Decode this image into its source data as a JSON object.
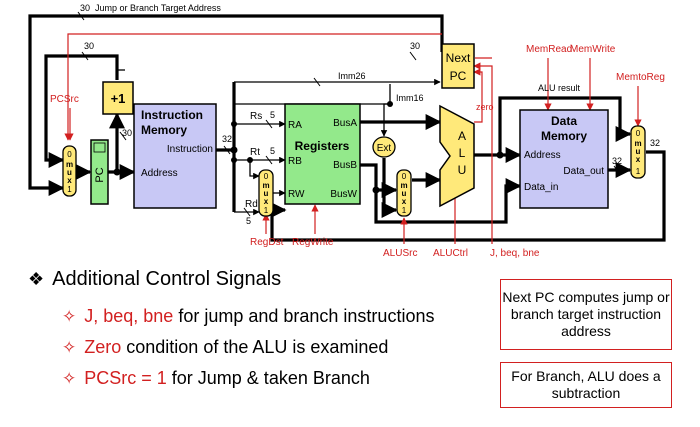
{
  "diagram": {
    "target_address_label": "Jump or Branch Target Address",
    "width_30": "30",
    "width_32": "32",
    "width_5": "5",
    "plus_one": "+1",
    "pc": "PC",
    "mux_letters": [
      "m",
      "u",
      "x"
    ],
    "mux_zero": "0",
    "mux_one": "1",
    "instruction_memory": [
      "Instruction",
      "Memory"
    ],
    "instruction_port": "Instruction",
    "address_port": "Address",
    "registers_title": "Registers",
    "ra": "RA",
    "rb": "RB",
    "rw": "RW",
    "rs": "Rs",
    "rt": "Rt",
    "rd": "Rd",
    "busa": "BusA",
    "busb": "BusB",
    "busw": "BusW",
    "ext": "Ext",
    "imm26": "Imm26",
    "imm16": "Imm16",
    "next_pc": [
      "Next",
      "PC"
    ],
    "zero": "zero",
    "alu_letters": [
      "A",
      "L",
      "U"
    ],
    "alu_result": "ALU result",
    "data_memory": [
      "Data",
      "Memory"
    ],
    "dm_address": "Address",
    "dm_data_out": "Data_out",
    "dm_data_in": "Data_in",
    "signals": {
      "pcsrc": "PCSrc",
      "regdst": "RegDst",
      "regwrite": "RegWrite",
      "alusrc": "ALUSrc",
      "aluctrl": "ALUCtrl",
      "jbb": "J, beq, bne",
      "memread": "MemRead",
      "memwrite": "MemWrite",
      "memtoreg": "MemtoReg"
    }
  },
  "heading": "Additional Control Signals",
  "bullets": [
    {
      "highlight": "J, beq, bne",
      "text": "for jump and branch instructions"
    },
    {
      "highlight": "Zero",
      "text": "condition of the ALU is examined"
    },
    {
      "highlight": "PCSrc = 1",
      "text": "for Jump & taken Branch"
    }
  ],
  "notes": [
    "Next PC computes jump or branch target instruction address",
    "For Branch, ALU does a subtraction"
  ],
  "colors": {
    "accent_red": "#d22020",
    "yellow": "#ffe97a",
    "lavender": "#c8c8f5",
    "green": "#93e98b"
  }
}
